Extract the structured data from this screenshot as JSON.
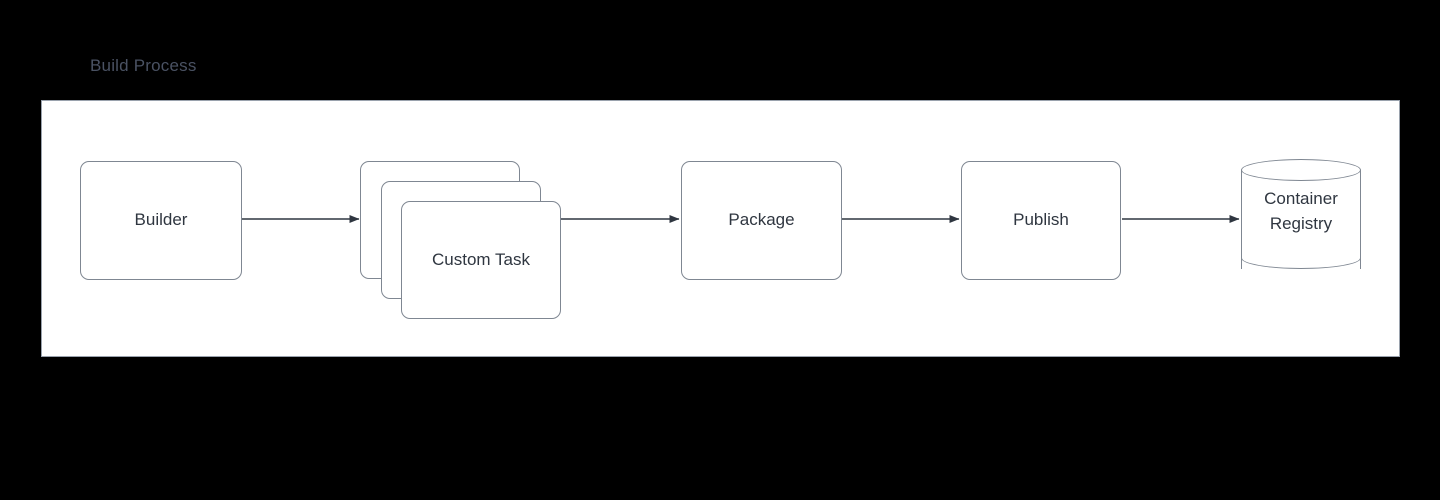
{
  "diagram": {
    "title": "Build Process",
    "title_color": "#4a5263",
    "panel_bg": "#ffffff",
    "canvas_bg": "#000000",
    "node_border_color": "#7f8792",
    "node_text_color": "#2f3640",
    "arrow_color": "#2f3640",
    "nodes": [
      {
        "id": "builder",
        "label": "Builder",
        "shape": "rounded-rect"
      },
      {
        "id": "custom-task-back",
        "label": "Custom Task",
        "shape": "rounded-rect"
      },
      {
        "id": "custom-task-middle",
        "label": "Custom Task",
        "shape": "rounded-rect"
      },
      {
        "id": "custom-task-front",
        "label": "Custom Task",
        "shape": "rounded-rect"
      },
      {
        "id": "package",
        "label": "Package",
        "shape": "rounded-rect"
      },
      {
        "id": "publish",
        "label": "Publish",
        "shape": "rounded-rect"
      },
      {
        "id": "container-registry",
        "label": "Container\nRegistry",
        "shape": "cylinder"
      }
    ],
    "edges": [
      {
        "from": "builder",
        "to": "custom-task-back",
        "style": "solid-arrow"
      },
      {
        "from": "custom-task-front",
        "to": "package",
        "style": "solid-arrow"
      },
      {
        "from": "package",
        "to": "publish",
        "style": "solid-arrow"
      },
      {
        "from": "publish",
        "to": "container-registry",
        "style": "solid-arrow"
      }
    ]
  }
}
